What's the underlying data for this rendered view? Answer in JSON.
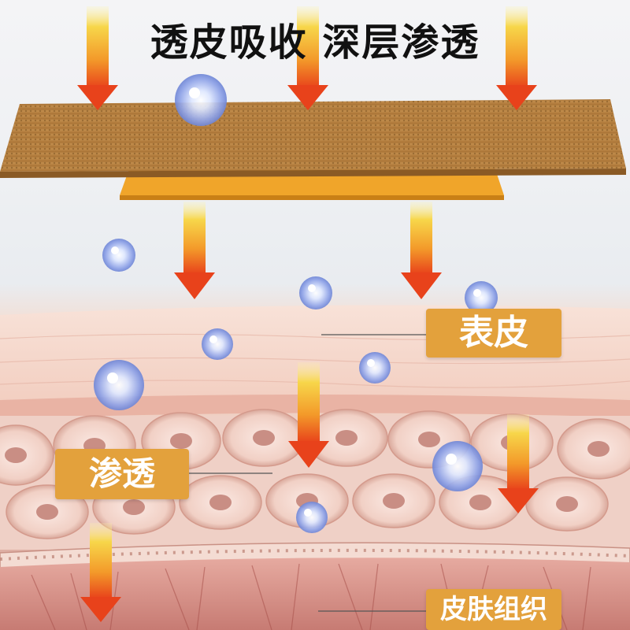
{
  "title": "透皮吸收 深层渗透",
  "labels": {
    "epidermis": "表皮",
    "penetrate": "渗透",
    "tissue": "皮肤组织"
  },
  "icons": [
    "arrow-down-icon",
    "bubble-icon"
  ],
  "colors": {
    "label_bg": "#e3a13c",
    "label_text": "#ffffff",
    "arrow_top": "#f7d64a",
    "arrow_bottom": "#e8421b",
    "patch": "#b88344",
    "patch_layer": "#f0a52a",
    "skin": "#f1d3c6",
    "tissue": "#cf8f86"
  }
}
